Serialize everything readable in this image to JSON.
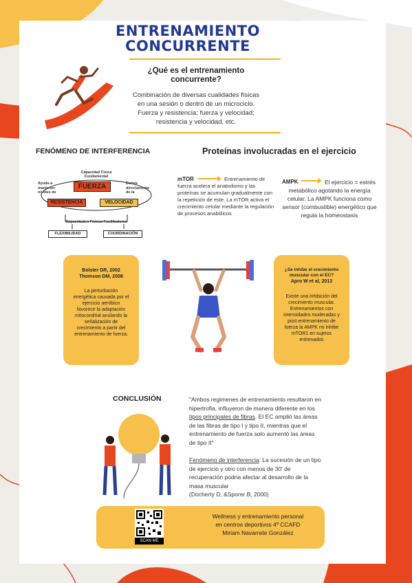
{
  "header": {
    "title_line1": "ENTRENAMIENTO",
    "title_line2": "CONCURRENTE"
  },
  "intro": {
    "question": "¿Qué es el entrenamiento concurrente?",
    "definition": "Combinación de diversas cualidades físicas en una sesión o dentro de un microciclo. Fuerza y resistencia; fuerza y velocidad; resistencia y velocidad, etc."
  },
  "interference": {
    "heading": "FENÓMENO DE INTERFERENCIA",
    "diagram": {
      "top_label": "Capacidad Física Fundamental",
      "left_label": "Ayuda a mantener niveles de",
      "right_label": "Deriva directamente de la",
      "fuerza": "FUERZA",
      "resistencia": "RESISTENCIA",
      "velocidad": "VELOCIDAD",
      "bottom_label": "Capacidades Físicas Facilitadoras",
      "flexibilidad": "FLEXIBILIDAD",
      "coordinacion": "COORDINACIÓN"
    }
  },
  "proteins": {
    "heading": "Proteínas involucradas en el ejercicio",
    "mtor_label": "mTOR",
    "mtor_text": "Entrenamiento de fuerza acelera el anabolismo y las proteínas se acumulan gradualmente con la repetición de este. La mTOR activa el crecimiento celular mediante la regulación de procesos anabólicos",
    "ampk_label": "AMPK",
    "ampk_text": "El ejercicio = estrés metabólico agotando la energía celular. La AMPK funciona como sensor (combustible) energético que regula la homeostasis"
  },
  "left_box": {
    "ref1": "Bolster DR, 2002",
    "ref2": "Thomson DM, 2008",
    "text": "La perturbación energética causada por el ejercicio aeróbico favorece la adaptación mitocondrial anulando la señalización de crecimiento a partir del entrenamiento de fuerza."
  },
  "right_box": {
    "question": "¿Se inhibe el crecimiento muscular con el EC?",
    "ref": "Apro W et al, 2013",
    "text": "Existe una inhibición del crecimiento muscular. Entrenamientos con intensidades moderadas y post entrenamiento de fuerza la AMPK no inhibe mTOR1 en sujetos entrenados"
  },
  "conclusion": {
    "heading": "CONCLUSIÓN",
    "p1_a": "\"Ambos regimenes de entrenamiento resultaron en hipertrofia, influyeron de manera diferente en los ",
    "p1_link": "tipos principales de fibras",
    "p1_b": ". El EC amplió las áreas de las fibras de tipo I y tipo II, mientras que el entrenamiento de fuerza solo aumentó las áreas de tipo II\"",
    "p2_link": "Fenómeno de interferencia",
    "p2_b": ": La sucesión de un tipo de ejercicio y otro con menos de 30' de recuperación podria afectar al desarrollo de la masa muscular",
    "p2_ref": "(Docherty D, &Sporer B, 2000)"
  },
  "footer": {
    "scan_label": "SCAN ME",
    "line1": "Wellness y entrenamiento personal",
    "line2": "en centros deportivos 4º CCAFD",
    "line3": "Miriam Navarrete González"
  },
  "colors": {
    "title_blue": "#23398f",
    "accent_yellow": "#f6c04a",
    "accent_orange": "#e8461e",
    "rule_yellow": "#f4b41a"
  }
}
